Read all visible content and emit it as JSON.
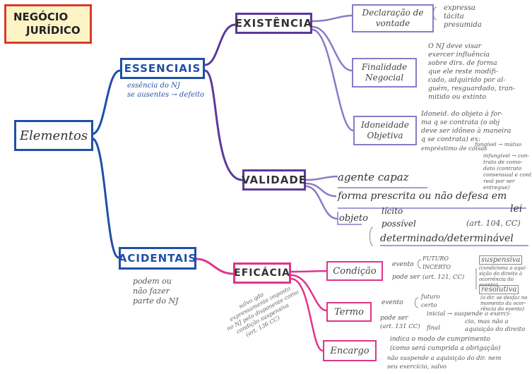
{
  "title": {
    "line1": "NEGÓCIO",
    "line2": "JURÍDICO"
  },
  "root": "Elementos",
  "essenciais": {
    "label": "ESSENCIAIS",
    "note1": "essência do NJ",
    "note2": "se ausentes → defeito"
  },
  "acidentais": {
    "label": "ACIDENTAIS",
    "note1": "podem ou",
    "note2": "não fazer",
    "note3": "parte do NJ"
  },
  "existencia": {
    "label": "EXISTÊNCIA",
    "declaracao": {
      "line1": "Declaração de",
      "line2": "vontade",
      "types": [
        "expressa",
        "tácita",
        "presumida"
      ]
    },
    "finalidade": {
      "line1": "Finalidade",
      "line2": "Negocial",
      "note": [
        "O NJ deve visar",
        "exercer influência",
        "sobre dirs. de forma",
        "que ele reste modifi-",
        "cado, adquirido por al-",
        "guém, resguardado, tran-",
        "mitido ou extinto"
      ]
    },
    "idoneidade": {
      "line1": "Idoneidade",
      "line2": "Objetiva",
      "note": [
        "Idoneid. do objeto à for-",
        "ma q se contrata (o obj",
        "deve ser idôneo à maneira",
        "q se contrata) ex:"
      ],
      "ex1": "empréstimo de coisas",
      "ex_fungivel": "fungível → mútuo",
      "ex_infungivel": [
        "infungível → con-",
        "trato de como-",
        "dato (contrato",
        "consensual e cont.",
        "real por ser",
        "entregue)"
      ]
    }
  },
  "validade": {
    "label": "VALIDADE",
    "agente": "agente capaz",
    "forma": "forma prescrita ou não defesa em",
    "forma_end": "lei",
    "objeto": "objeto",
    "objeto_items": [
      "lícito",
      "possível"
    ],
    "determinado": "determinado/determinável",
    "art": "(art. 104, CC)"
  },
  "eficacia": {
    "label": "EFICÁCIA",
    "condicao": {
      "label": "Condição",
      "evento": "evento",
      "futuro": "FUTURO",
      "incerto": "INCERTO",
      "pode_ser": "pode ser",
      "art": "(art. 121, CC)",
      "suspensiva": "suspensiva",
      "suspensiva_note": [
        "(condiciona a aqui-",
        "sição do direito à",
        "ocorrência do",
        "evento)"
      ],
      "resolutiva": "resolutiva",
      "resolutiva_note": [
        "(o dir. se desfaz no",
        "momento da ocor-",
        "rência do evento)"
      ]
    },
    "termo": {
      "label": "Termo",
      "evento": "evento",
      "futuro": "futuro",
      "certo": "certo",
      "pode_ser": "pode ser",
      "art": "(art. 131 CC)",
      "inicial": "inicial → suspende o exercí-",
      "inicial2": "cio, mas não a",
      "inicial3": "aquisição do direito",
      "final": "final"
    },
    "encargo": {
      "label": "Encargo",
      "note1": "indica o modo de cumprimento",
      "note2": "(como será cumprida a obrigação)",
      "note3": "não suspende a aquisição do dir. nem",
      "note4": "seu exercício, salvo"
    },
    "side_note": [
      "salvo qdo",
      "expressamente imposto",
      "no NJ pelo disponente como",
      "condição suspensiva",
      "(art. 136 CC)"
    ]
  },
  "colors": {
    "blue": "#1f4fa8",
    "purple": "#5b3a9c",
    "lavender": "#8a7ac8",
    "pink": "#e0358a",
    "title_border": "#d83a2c",
    "title_fill": "#fdf4c6"
  }
}
